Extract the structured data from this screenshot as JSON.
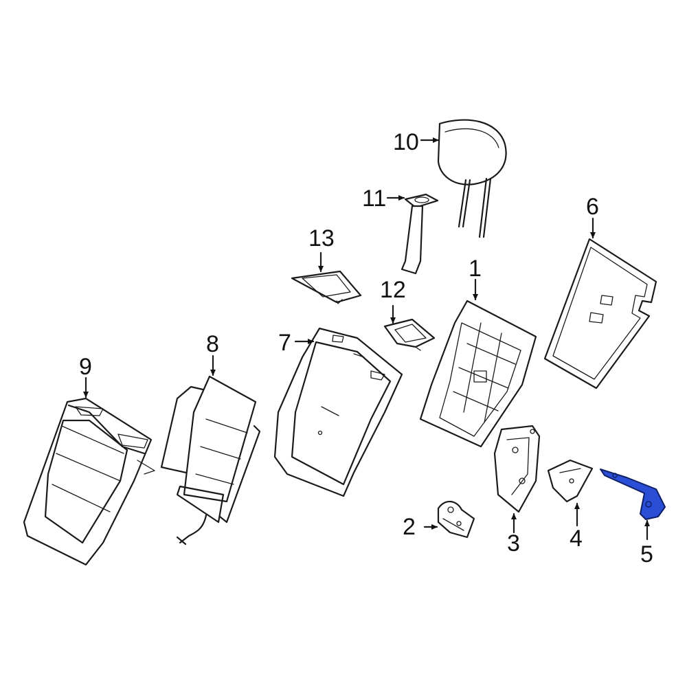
{
  "diagram": {
    "highlight_color": "#2a4fd6",
    "highlighted_part": "5",
    "callouts": [
      {
        "id": "c1",
        "label": "1"
      },
      {
        "id": "c2",
        "label": "2"
      },
      {
        "id": "c3",
        "label": "3"
      },
      {
        "id": "c4",
        "label": "4"
      },
      {
        "id": "c5",
        "label": "5"
      },
      {
        "id": "c6",
        "label": "6"
      },
      {
        "id": "c7",
        "label": "7"
      },
      {
        "id": "c8",
        "label": "8"
      },
      {
        "id": "c9",
        "label": "9"
      },
      {
        "id": "c10",
        "label": "10"
      },
      {
        "id": "c11",
        "label": "11"
      },
      {
        "id": "c12",
        "label": "12"
      },
      {
        "id": "c13",
        "label": "13"
      }
    ]
  }
}
